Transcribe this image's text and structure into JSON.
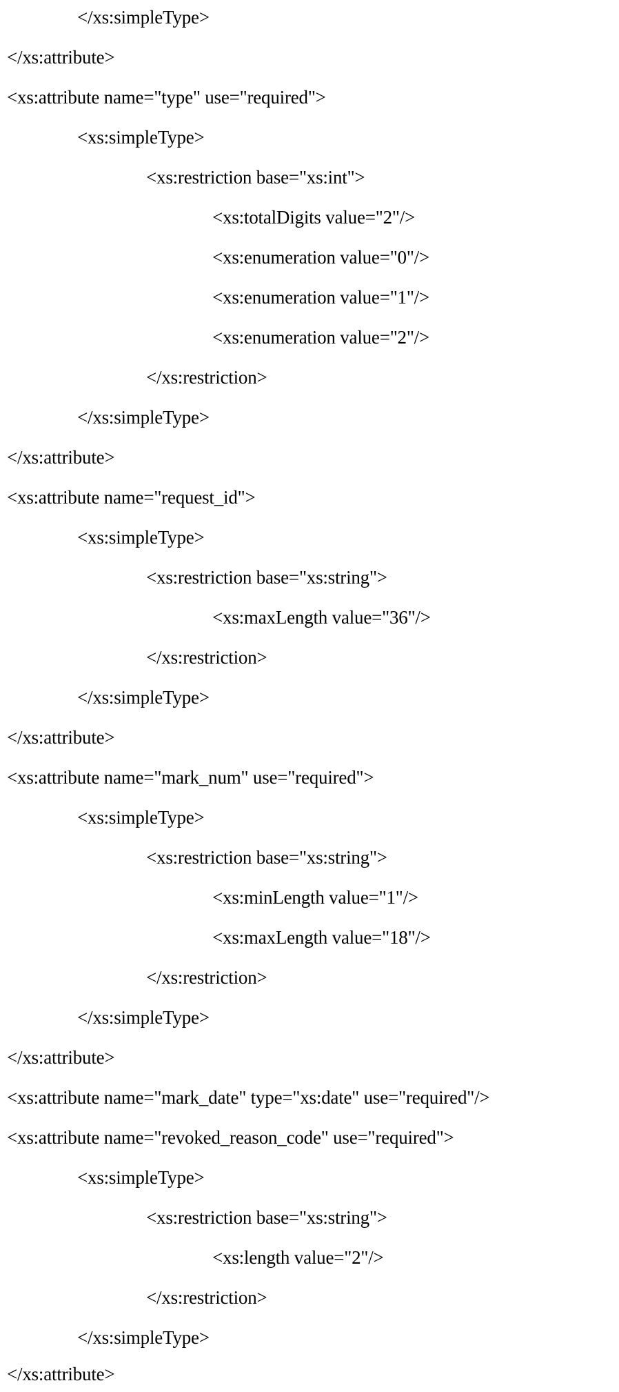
{
  "lines": [
    {
      "indent": 1,
      "text": "</xs:simpleType>"
    },
    {
      "indent": 0,
      "text": "</xs:attribute>"
    },
    {
      "indent": 0,
      "text": "<xs:attribute name=\"type\" use=\"required\">"
    },
    {
      "indent": 1,
      "text": "<xs:simpleType>"
    },
    {
      "indent": 2,
      "text": "<xs:restriction base=\"xs:int\">"
    },
    {
      "indent": 3,
      "text": "<xs:totalDigits value=\"2\"/>"
    },
    {
      "indent": 3,
      "text": "<xs:enumeration value=\"0\"/>"
    },
    {
      "indent": 3,
      "text": "<xs:enumeration value=\"1\"/>"
    },
    {
      "indent": 3,
      "text": "<xs:enumeration value=\"2\"/>"
    },
    {
      "indent": 2,
      "text": "</xs:restriction>"
    },
    {
      "indent": 1,
      "text": "</xs:simpleType>"
    },
    {
      "indent": 0,
      "text": "</xs:attribute>"
    },
    {
      "indent": 0,
      "text": "<xs:attribute name=\"request_id\">"
    },
    {
      "indent": 1,
      "text": "<xs:simpleType>"
    },
    {
      "indent": 2,
      "text": "<xs:restriction base=\"xs:string\">"
    },
    {
      "indent": 3,
      "text": "<xs:maxLength value=\"36\"/>"
    },
    {
      "indent": 2,
      "text": "</xs:restriction>"
    },
    {
      "indent": 1,
      "text": "</xs:simpleType>"
    },
    {
      "indent": 0,
      "text": "</xs:attribute>"
    },
    {
      "indent": 0,
      "text": "<xs:attribute name=\"mark_num\" use=\"required\">"
    },
    {
      "indent": 1,
      "text": "<xs:simpleType>"
    },
    {
      "indent": 2,
      "text": "<xs:restriction base=\"xs:string\">"
    },
    {
      "indent": 3,
      "text": "<xs:minLength value=\"1\"/>"
    },
    {
      "indent": 3,
      "text": "<xs:maxLength value=\"18\"/>"
    },
    {
      "indent": 2,
      "text": "</xs:restriction>"
    },
    {
      "indent": 1,
      "text": "</xs:simpleType>"
    },
    {
      "indent": 0,
      "text": "</xs:attribute>"
    },
    {
      "indent": 0,
      "text": "<xs:attribute name=\"mark_date\" type=\"xs:date\" use=\"required\"/>"
    },
    {
      "indent": 0,
      "text": "<xs:attribute name=\"revoked_reason_code\" use=\"required\">"
    },
    {
      "indent": 1,
      "text": "<xs:simpleType>"
    },
    {
      "indent": 2,
      "text": "<xs:restriction base=\"xs:string\">"
    },
    {
      "indent": 3,
      "text": "<xs:length value=\"2\"/>"
    },
    {
      "indent": 2,
      "text": "</xs:restriction>"
    },
    {
      "indent": 1,
      "text": "</xs:simpleType>"
    },
    {
      "indent": 0,
      "text": "</xs:attribute>"
    }
  ]
}
